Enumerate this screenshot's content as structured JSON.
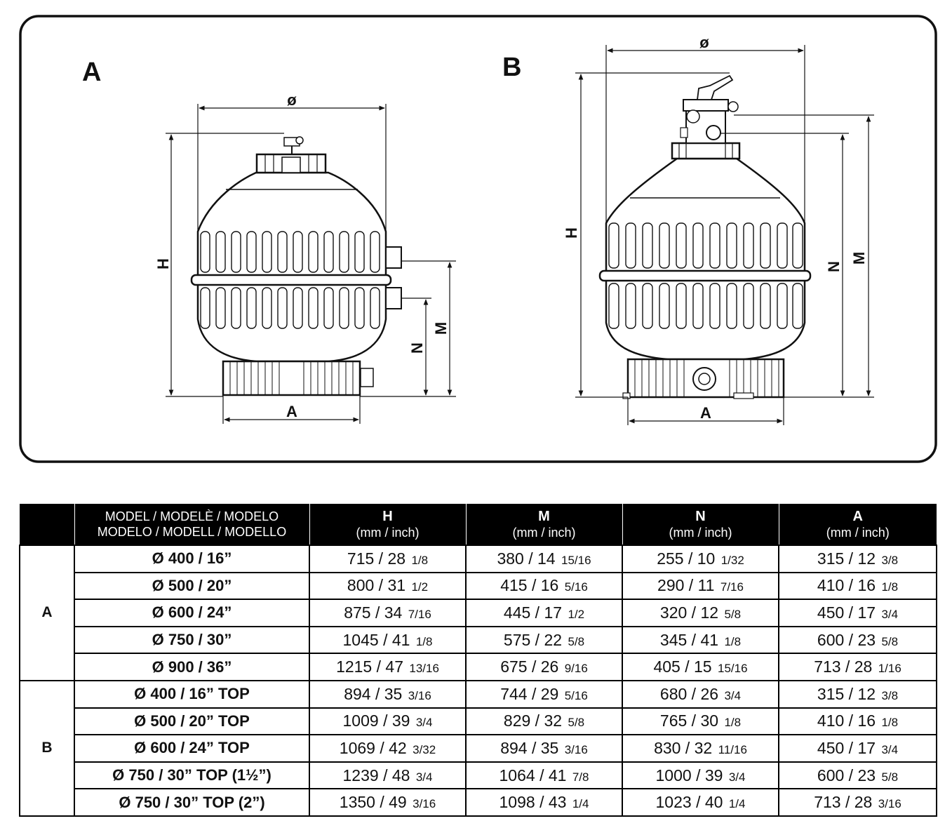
{
  "figures": [
    {
      "label": "A",
      "dimensions": {
        "diameter": "ø",
        "height": "H",
        "m": "M",
        "n": "N",
        "base": "A"
      }
    },
    {
      "label": "B",
      "dimensions": {
        "diameter": "ø",
        "height": "H",
        "m": "M",
        "n": "N",
        "base": "A"
      }
    }
  ],
  "table": {
    "headers": {
      "model_line1": "MODEL / MODELÈ / MODELO",
      "model_line2": "MODELO / MODELL / MODELLO",
      "columns": [
        {
          "name": "H",
          "unit": "(mm / inch)"
        },
        {
          "name": "M",
          "unit": "(mm / inch)"
        },
        {
          "name": "N",
          "unit": "(mm / inch)"
        },
        {
          "name": "A",
          "unit": "(mm / inch)"
        }
      ]
    },
    "groups": [
      {
        "label": "A",
        "rows": [
          {
            "model": "Ø 400 / 16”",
            "values": [
              {
                "main": "715 / 28",
                "frac": "1/8"
              },
              {
                "main": "380 / 14",
                "frac": "15/16"
              },
              {
                "main": "255 / 10",
                "frac": "1/32"
              },
              {
                "main": "315 / 12",
                "frac": "3/8"
              }
            ]
          },
          {
            "model": "Ø 500 / 20”",
            "values": [
              {
                "main": "800 / 31",
                "frac": "1/2"
              },
              {
                "main": "415 / 16",
                "frac": "5/16"
              },
              {
                "main": "290 / 11",
                "frac": "7/16"
              },
              {
                "main": "410 / 16",
                "frac": "1/8"
              }
            ]
          },
          {
            "model": "Ø 600 / 24”",
            "values": [
              {
                "main": "875 / 34",
                "frac": "7/16"
              },
              {
                "main": "445 / 17",
                "frac": "1/2"
              },
              {
                "main": "320 / 12",
                "frac": "5/8"
              },
              {
                "main": "450 / 17",
                "frac": "3/4"
              }
            ]
          },
          {
            "model": "Ø 750 / 30”",
            "values": [
              {
                "main": "1045 / 41",
                "frac": "1/8"
              },
              {
                "main": "575 / 22",
                "frac": "5/8"
              },
              {
                "main": "345 / 41",
                "frac": "1/8"
              },
              {
                "main": "600 / 23",
                "frac": "5/8"
              }
            ]
          },
          {
            "model": "Ø 900 / 36”",
            "values": [
              {
                "main": "1215 / 47",
                "frac": "13/16"
              },
              {
                "main": "675 / 26",
                "frac": "9/16"
              },
              {
                "main": "405 / 15",
                "frac": "15/16"
              },
              {
                "main": "713 / 28",
                "frac": "1/16"
              }
            ]
          }
        ]
      },
      {
        "label": "B",
        "rows": [
          {
            "model": "Ø 400 / 16” TOP",
            "values": [
              {
                "main": "894 / 35",
                "frac": "3/16"
              },
              {
                "main": "744 / 29",
                "frac": "5/16"
              },
              {
                "main": "680 / 26",
                "frac": "3/4"
              },
              {
                "main": "315 / 12",
                "frac": "3/8"
              }
            ]
          },
          {
            "model": "Ø 500 / 20” TOP",
            "values": [
              {
                "main": "1009 / 39",
                "frac": "3/4"
              },
              {
                "main": "829 / 32",
                "frac": "5/8"
              },
              {
                "main": "765 / 30",
                "frac": "1/8"
              },
              {
                "main": "410 / 16",
                "frac": "1/8"
              }
            ]
          },
          {
            "model": "Ø 600 / 24” TOP",
            "values": [
              {
                "main": "1069 / 42",
                "frac": "3/32"
              },
              {
                "main": "894 / 35",
                "frac": "3/16"
              },
              {
                "main": "830 / 32",
                "frac": "11/16"
              },
              {
                "main": "450 / 17",
                "frac": "3/4"
              }
            ]
          },
          {
            "model": "Ø 750 / 30” TOP (1½”)",
            "values": [
              {
                "main": "1239 / 48",
                "frac": "3/4"
              },
              {
                "main": "1064 / 41",
                "frac": "7/8"
              },
              {
                "main": "1000 / 39",
                "frac": "3/4"
              },
              {
                "main": "600 / 23",
                "frac": "5/8"
              }
            ]
          },
          {
            "model": "Ø 750 / 30” TOP (2”)",
            "values": [
              {
                "main": "1350 / 49",
                "frac": "3/16"
              },
              {
                "main": "1098 / 43",
                "frac": "1/4"
              },
              {
                "main": "1023 / 40",
                "frac": "1/4"
              },
              {
                "main": "713 / 28",
                "frac": "3/16"
              }
            ]
          }
        ]
      }
    ]
  }
}
